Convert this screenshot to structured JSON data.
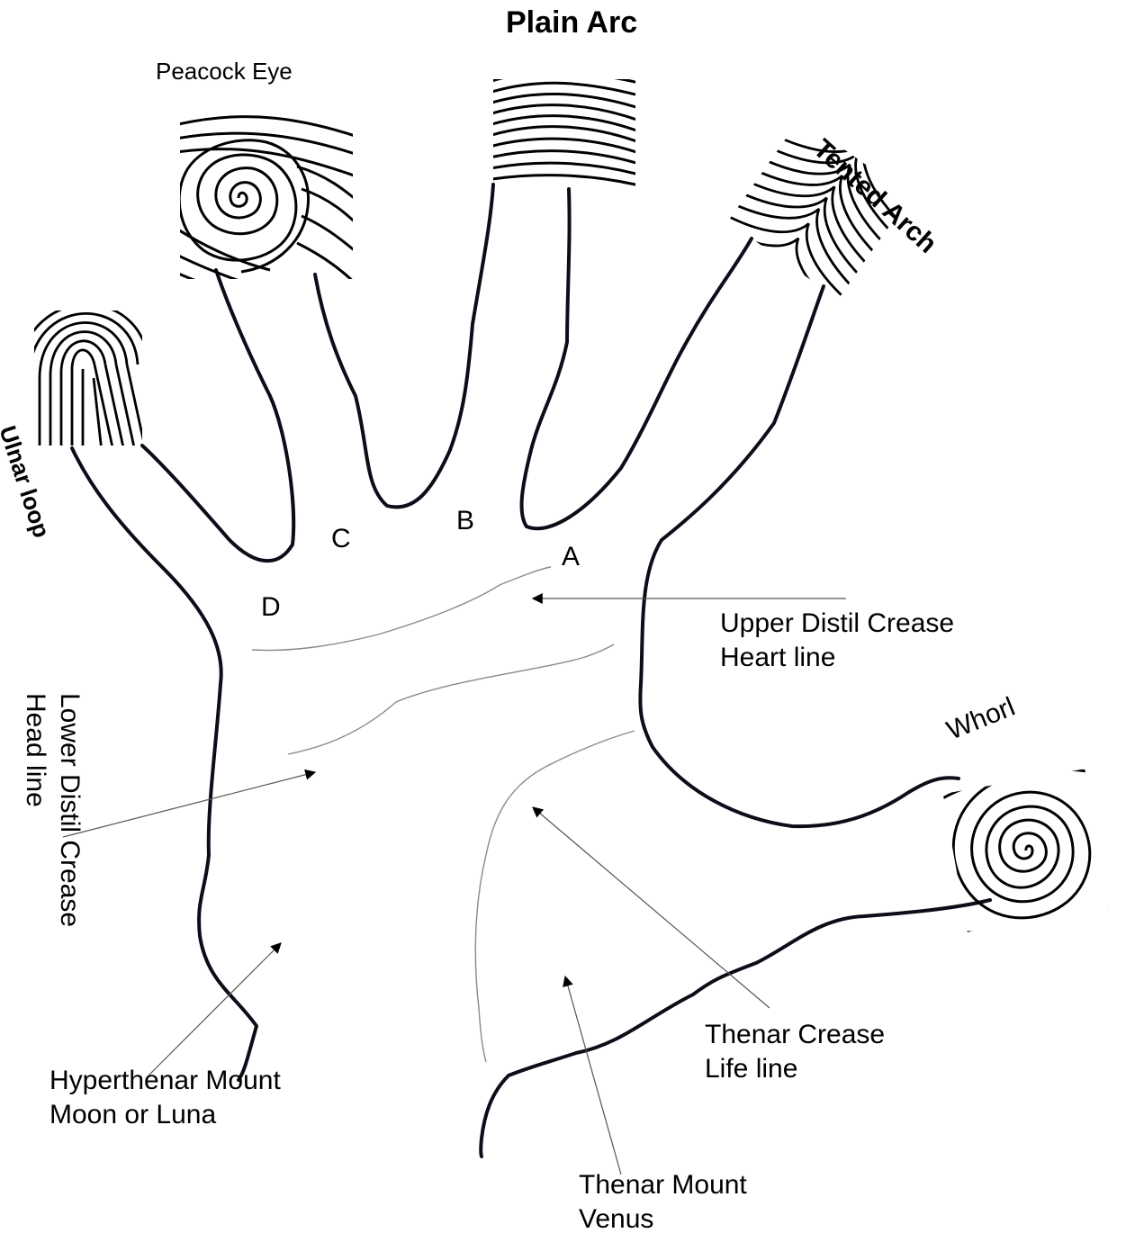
{
  "title": "Plain Arc",
  "patterns": {
    "peacock_eye": "Peacock Eye",
    "tented_arch": "Tented Arch",
    "ulnar_loop": "Ulnar loop",
    "whorl": "Whorl"
  },
  "points": {
    "a": "A",
    "b": "B",
    "c": "C",
    "d": "D"
  },
  "labels": {
    "upper_crease": "Upper Distil Crease",
    "heart_line": "Heart line",
    "lower_crease": "Lower Distil Crease",
    "head_line": "Head line",
    "hyperthenar": "Hyperthenar Mount",
    "moon": "Moon or Luna",
    "thenar_crease": "Thenar Crease",
    "life_line": "Life line",
    "thenar_mount": "Thenar Mount",
    "venus": "Venus"
  },
  "colors": {
    "outline": "#0d0d1a",
    "crease": "#8a8a8a",
    "ink": "#000000"
  }
}
